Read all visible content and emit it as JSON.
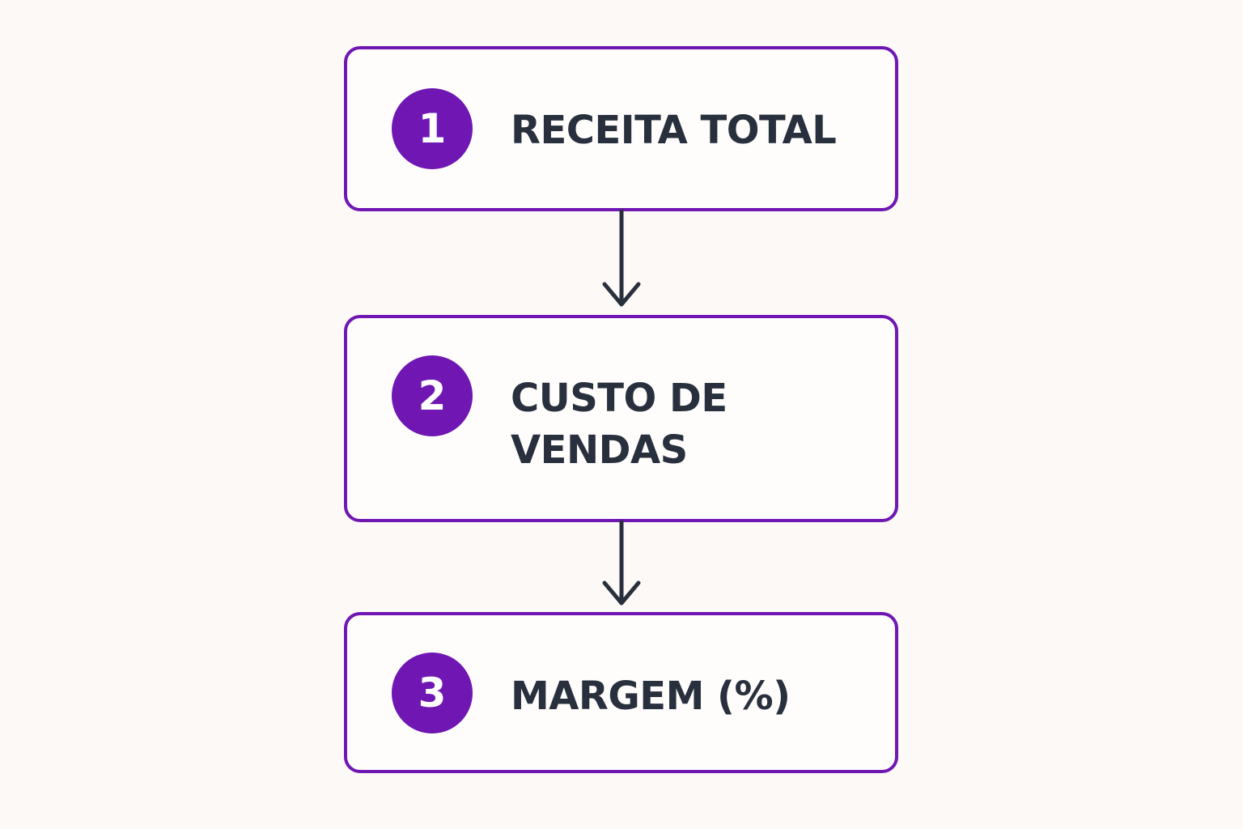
{
  "colors": {
    "accent": "#6f16b3",
    "text": "#28303d",
    "background": "#fcf9f6",
    "arrow": "#28303d"
  },
  "steps": [
    {
      "number": "1",
      "label": "RECEITA TOTAL"
    },
    {
      "number": "2",
      "label": "CUSTO DE VENDAS"
    },
    {
      "number": "3",
      "label": "MARGEM (%)"
    }
  ]
}
